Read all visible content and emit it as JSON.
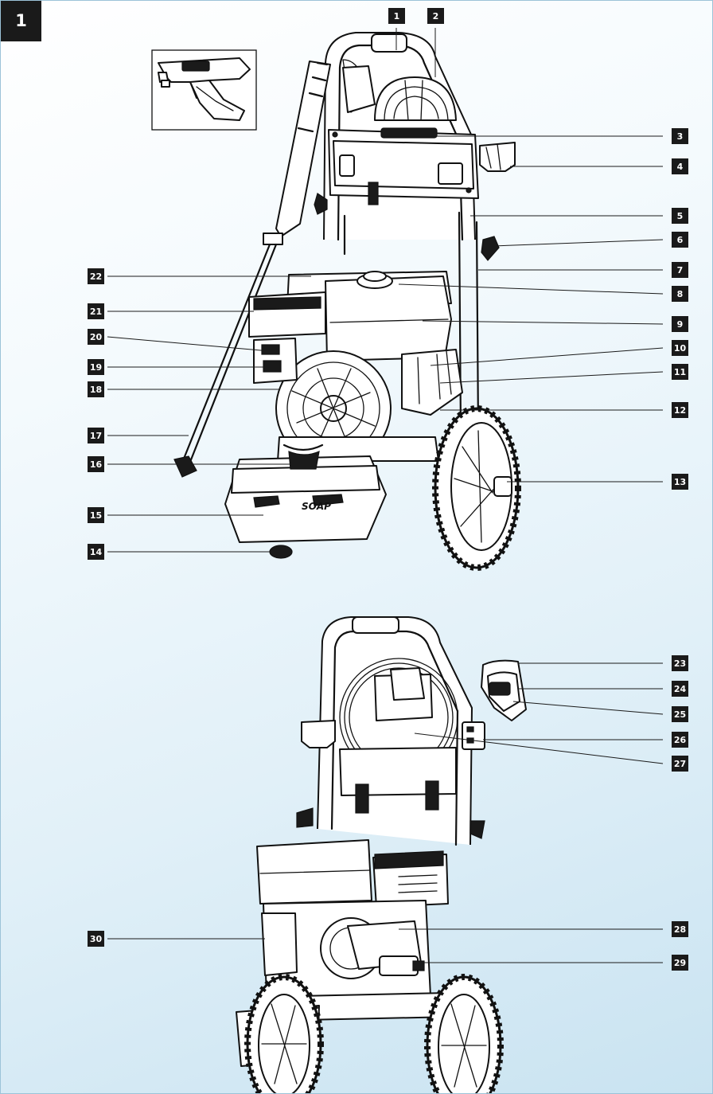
{
  "figure_number": "1",
  "callouts": [
    "1",
    "2",
    "3",
    "4",
    "5",
    "6",
    "7",
    "8",
    "9",
    "10",
    "11",
    "12",
    "13",
    "14",
    "15",
    "16",
    "17",
    "18",
    "19",
    "20",
    "21",
    "22",
    "23",
    "24",
    "25",
    "26",
    "27",
    "28",
    "29",
    "30"
  ],
  "labels": {
    "soap_tray": "SOAP"
  }
}
